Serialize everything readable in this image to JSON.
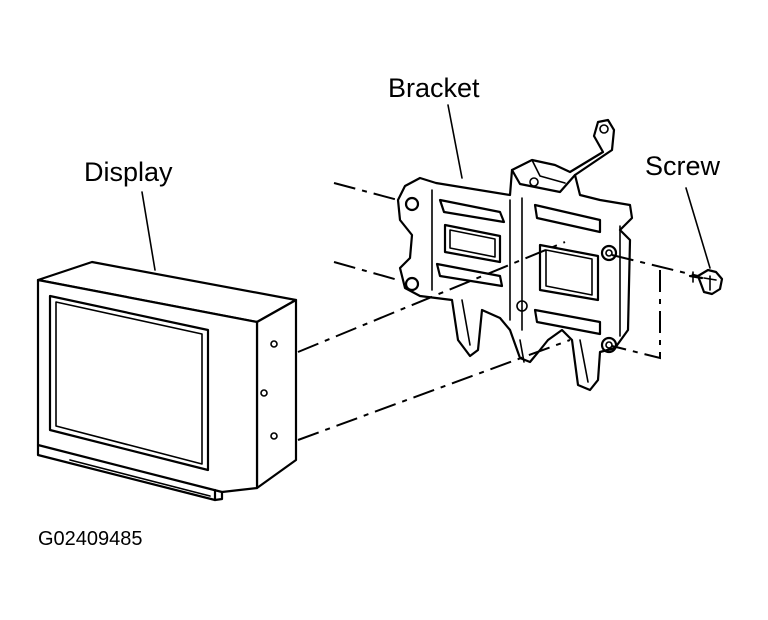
{
  "labels": {
    "bracket": "Bracket",
    "display": "Display",
    "screw": "Screw",
    "figure_code": "G02409485"
  }
}
